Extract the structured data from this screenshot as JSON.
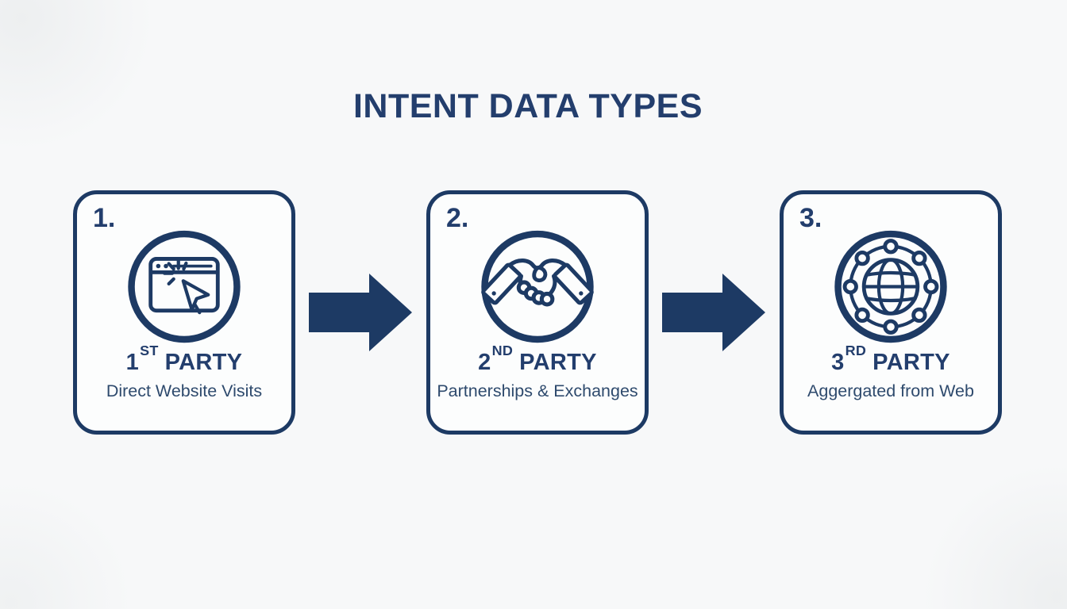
{
  "title": "INTENT DATA TYPES",
  "colors": {
    "navy": "#1d3a64",
    "heading": "#233e6d",
    "subtitle": "#2e4a6d",
    "bg": "#f7f8f9",
    "card-bg": "#fcfdfd"
  },
  "boxes": [
    {
      "number": "1.",
      "ordinal": "1",
      "ordinal_suffix": "ST",
      "party": "PARTY",
      "subtitle": "Direct Website Visits",
      "icon": "browser-click-icon"
    },
    {
      "number": "2.",
      "ordinal": "2",
      "ordinal_suffix": "ND",
      "party": "PARTY",
      "subtitle": "Partnerships & Exchanges",
      "icon": "handshake-icon"
    },
    {
      "number": "3.",
      "ordinal": "3",
      "ordinal_suffix": "RD",
      "party": "PARTY",
      "subtitle": "Aggergated from Web",
      "icon": "globe-network-icon"
    }
  ]
}
